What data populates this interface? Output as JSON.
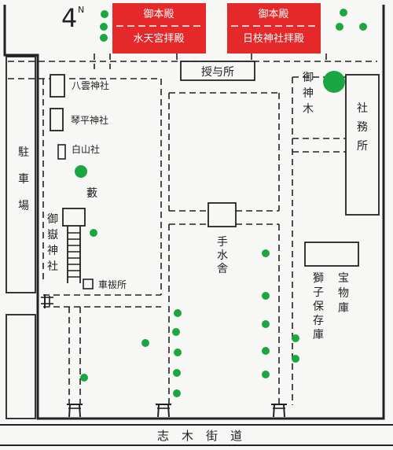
{
  "colors": {
    "background": "#f7f7f5",
    "ink": "#222222",
    "shrine_red": "#e5282a",
    "shrine_text": "#ffffff",
    "tree_green": "#1aa640"
  },
  "compass": {
    "number": "4",
    "letter": "N"
  },
  "shrines": [
    {
      "top": "御本殿",
      "bottom": "水天宮拝殿"
    },
    {
      "top": "御本殿",
      "bottom": "日枝神社拝殿"
    }
  ],
  "labels": {
    "juyosho": "授与所",
    "goshinboku": "御神木",
    "shamusho": "社務所",
    "yakumo": "八雲神社",
    "kotohira": "琴平神社",
    "hakusan": "白山社",
    "chushajo": "駐車場",
    "yabu": "藪",
    "ontake": "御嶽神社",
    "kurumaharai": "車祓所",
    "chozuya": "手水舎",
    "homotsuko": "宝物庫",
    "shishi": "獅子保存庫",
    "road": "志木街道"
  },
  "icons": {
    "tree": "tree-icon",
    "torii": "torii-icon"
  }
}
